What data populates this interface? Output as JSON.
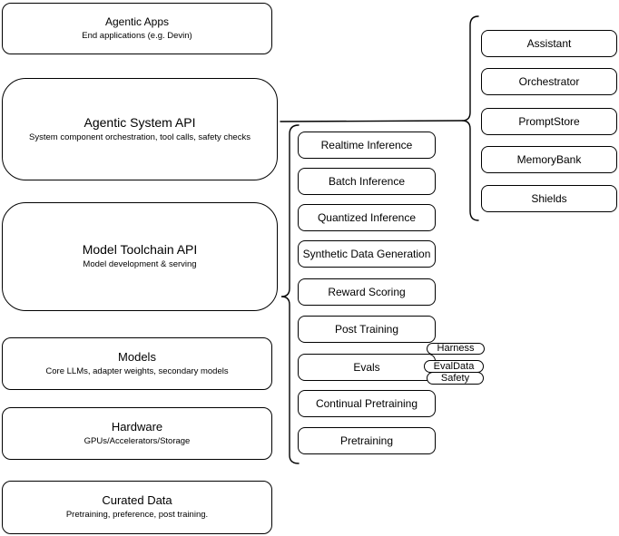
{
  "canvas": {
    "background": "#ffffff",
    "stroke": "#000000",
    "text_color": "#000000"
  },
  "left_stack": [
    {
      "title": "Agentic Apps",
      "subtitle": "End applications (e.g. Devin)"
    },
    {
      "title": "Agentic System API",
      "subtitle": "System component orchestration, tool calls, safety checks"
    },
    {
      "title": "Model Toolchain API",
      "subtitle": "Model development & serving"
    },
    {
      "title": "Models",
      "subtitle": "Core LLMs, adapter weights, secondary models"
    },
    {
      "title": "Hardware",
      "subtitle": "GPUs/Accelerators/Storage"
    },
    {
      "title": "Curated Data",
      "subtitle": "Pretraining, preference, post training."
    }
  ],
  "toolchain": {
    "services": [
      "Realtime Inference",
      "Batch Inference",
      "Quantized Inference",
      "Synthetic Data Generation",
      "Reward Scoring",
      "Post Training",
      "Evals",
      "Continual Pretraining",
      "Pretraining"
    ],
    "eval_tags": [
      "Harness",
      "EvalData",
      "Safety"
    ]
  },
  "system_components": [
    "Assistant",
    "Orchestrator",
    "PromptStore",
    "MemoryBank",
    "Shields"
  ]
}
